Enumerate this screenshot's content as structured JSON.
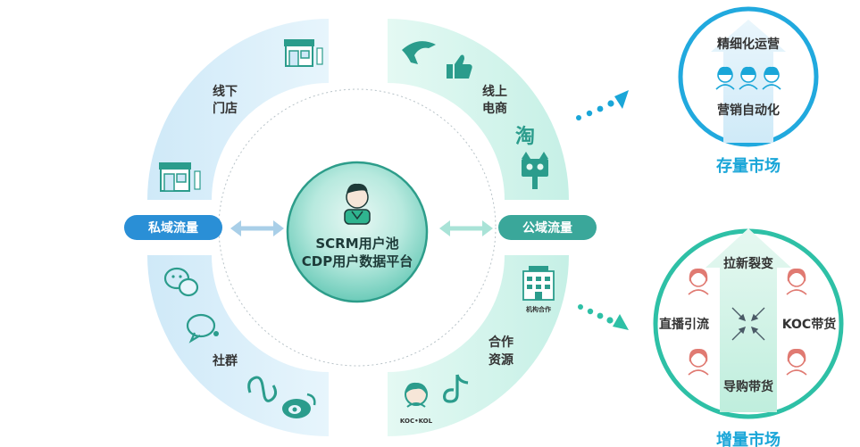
{
  "center": {
    "line1": "SCRM用户池",
    "line2": "CDP用户数据平台"
  },
  "pills": {
    "private": "私域流量",
    "public": "公域流量"
  },
  "segments": {
    "offline_store": {
      "line1": "线下",
      "line2": "门店"
    },
    "online_ecommerce": {
      "line1": "线上",
      "line2": "电商"
    },
    "community": {
      "line1": "社群"
    },
    "partner_resources": {
      "line1": "合作",
      "line2": "资源"
    }
  },
  "icon_labels": {
    "institution": "机构合作",
    "koc_kol": "KOC•KOL"
  },
  "stock_market": {
    "title": "存量市场",
    "top_label": "精细化运营",
    "bottom_label": "营销自动化"
  },
  "incremental_market": {
    "title": "增量市场",
    "top_label": "拉新裂变",
    "left_label": "直播引流",
    "right_label": "KOC带货",
    "bottom_label": "导购带货"
  },
  "colors": {
    "private_pill": "#2a8fd6",
    "public_pill": "#3aa79a",
    "center_fill": "#5fcab8",
    "stock_ring": "#21a9de",
    "incremental_ring": "#2ec0a6",
    "accent_title": "#1aa6d8"
  }
}
